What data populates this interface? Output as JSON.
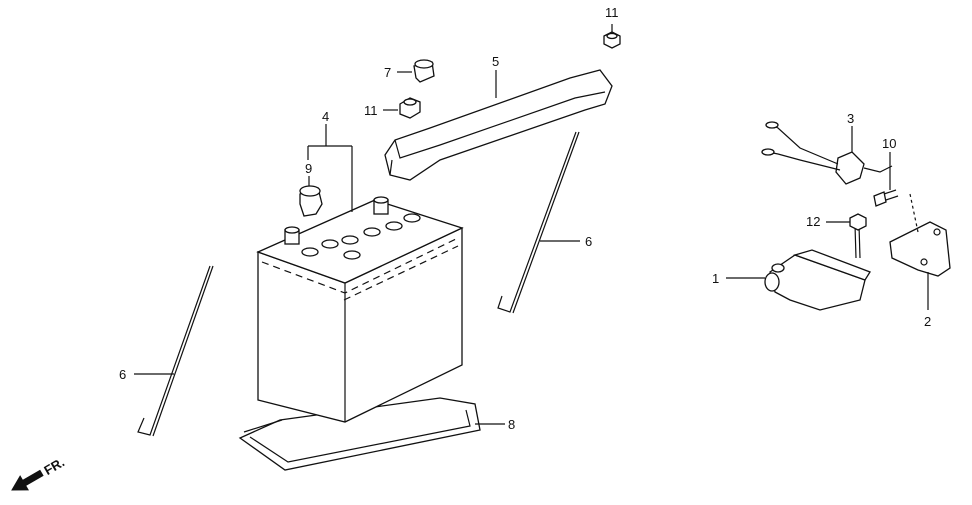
{
  "callouts": {
    "c1": "1",
    "c2": "2",
    "c3": "3",
    "c4": "4",
    "c5": "5",
    "c6a": "6",
    "c6b": "6",
    "c7": "7",
    "c8": "8",
    "c9": "9",
    "c10": "10",
    "c11a": "11",
    "c11b": "11",
    "c12": "12"
  },
  "direction": {
    "label": "FR.",
    "icon": "front-arrow-icon"
  }
}
